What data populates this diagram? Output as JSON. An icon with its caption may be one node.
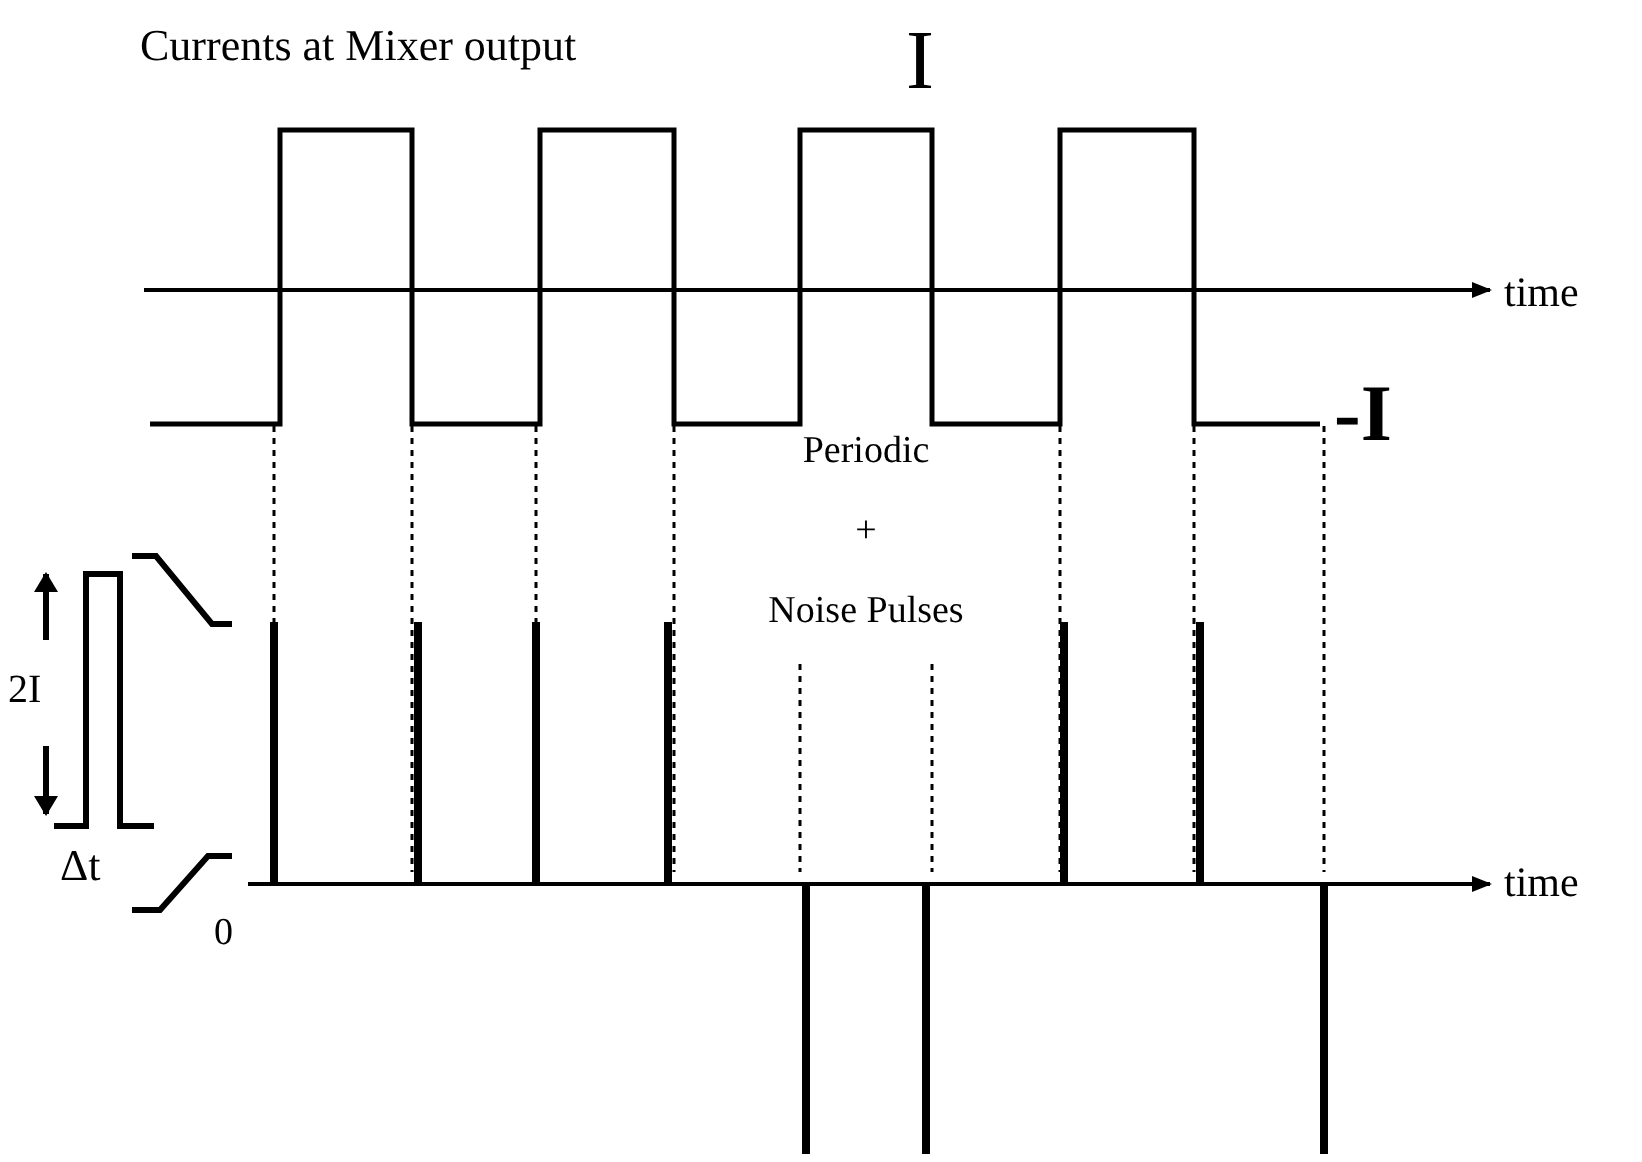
{
  "diagram": {
    "title": "Currents at Mixer output",
    "labels": [
      "I",
      "time",
      "-I",
      "Periodic",
      "+",
      "Noise Pulses",
      "2I",
      "Δt",
      "0",
      "time"
    ]
  }
}
